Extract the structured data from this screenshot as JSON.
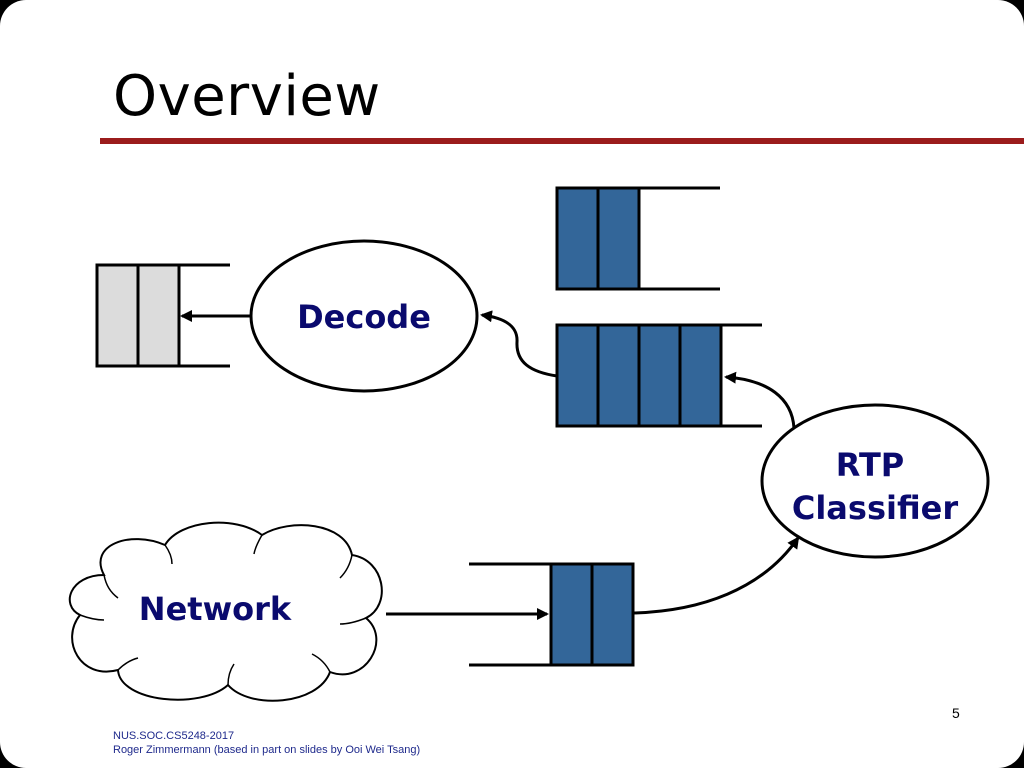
{
  "slide": {
    "title": "Overview",
    "page_number": "5",
    "footer": {
      "line1": "NUS.SOC.CS5248-2017",
      "line2": "Roger Zimmermann (based in part on slides by Ooi Wei Tsang)"
    }
  },
  "diagram": {
    "nodes": {
      "decode": "Decode",
      "rtp_classifier_line1": "RTP",
      "rtp_classifier_line2": "Classifier",
      "network": "Network"
    },
    "colors": {
      "filled_slot": "#336699",
      "empty_slot": "#dcdcdc",
      "label_text": "#0a0a6e",
      "title_rule": "#9b1c1c"
    }
  }
}
